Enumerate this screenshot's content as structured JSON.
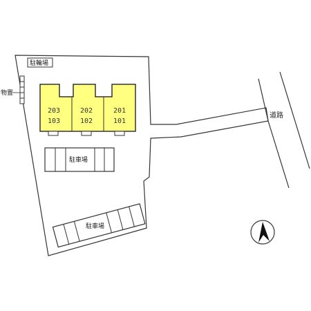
{
  "labels": {
    "bike_parking": "駐輪場",
    "storage": "物置",
    "road": "道路",
    "parking_upper": "駐車場",
    "parking_lower": "駐車場"
  },
  "units": [
    {
      "upper": "203",
      "lower": "103"
    },
    {
      "upper": "202",
      "lower": "102"
    },
    {
      "upper": "201",
      "lower": "101"
    }
  ],
  "colors": {
    "building_fill": "#ffff80",
    "line": "#333333",
    "background": "#ffffff"
  },
  "compass": {
    "icon": "north-arrow-icon",
    "direction": "north"
  }
}
